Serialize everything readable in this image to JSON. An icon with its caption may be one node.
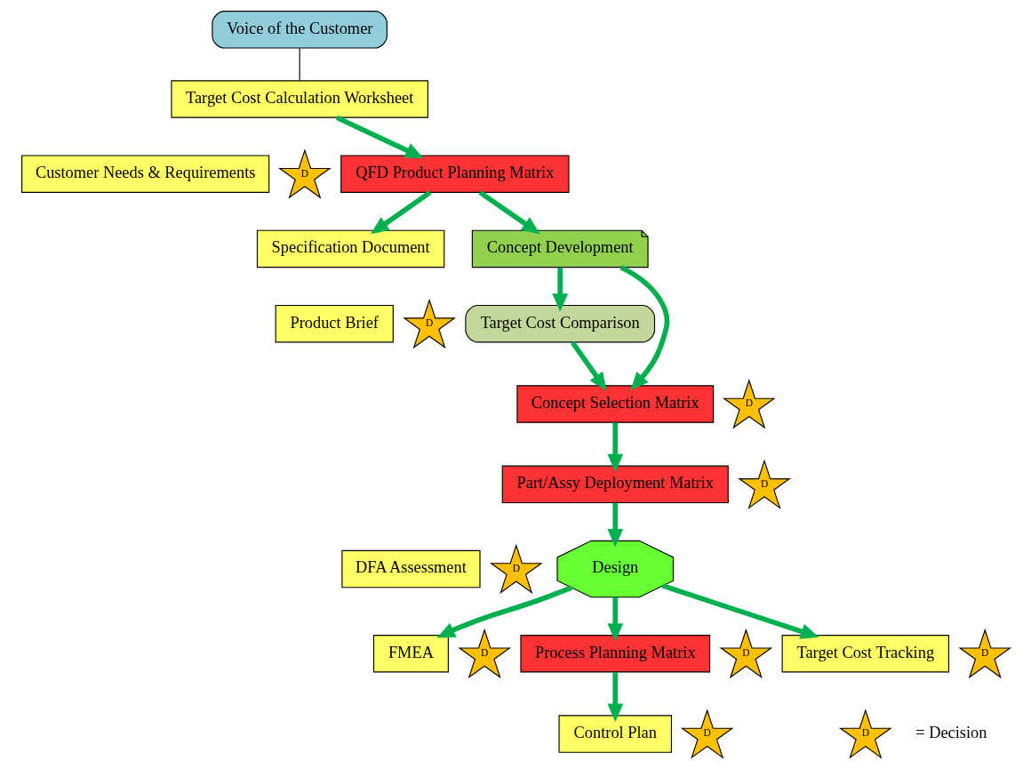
{
  "diagram": {
    "nodes": [
      {
        "text": [
          "Voice of the Customer"
        ]
      },
      {
        "text": [
          "Target Cost Calculation Worksheet"
        ]
      },
      {
        "text": [
          "Customer Needs & Requirements"
        ]
      },
      {
        "text": [
          "D"
        ]
      },
      {
        "text": [
          "QFD Product Planning Matrix"
        ]
      },
      {
        "text": [
          "Specification Document"
        ]
      },
      {
        "text": [
          "Product Brief"
        ]
      },
      {
        "text": [
          "D"
        ]
      },
      {
        "text": [
          "Concept Development"
        ]
      },
      {
        "text": [
          "Target Cost Comparison"
        ]
      },
      {
        "text": [
          "Concept Selection Matrix"
        ]
      },
      {
        "text": [
          "D"
        ]
      },
      {
        "text": [
          "Part/Assy Deployment Matrix"
        ]
      },
      {
        "text": [
          "D"
        ]
      },
      {
        "text": [
          "DFA Assessment"
        ]
      },
      {
        "text": [
          "D"
        ]
      },
      {
        "text": [
          "FMEA"
        ]
      },
      {
        "text": [
          "D"
        ]
      },
      {
        "text": [
          "Design"
        ]
      },
      {
        "text": [
          "Process Planning Matrix"
        ]
      },
      {
        "text": [
          "D"
        ]
      },
      {
        "text": [
          "Target Cost Tracking"
        ]
      },
      {
        "text": [
          "D"
        ]
      },
      {
        "text": [
          "Control Plan"
        ]
      },
      {
        "text": [
          "D"
        ]
      },
      {
        "text": [
          "D"
        ]
      }
    ],
    "edges": [
      {
        "from": 0,
        "to": 1,
        "arrow": "none",
        "color": "#000000"
      },
      {
        "from": 1,
        "to": 4,
        "arrow": "to"
      },
      {
        "from": 4,
        "to": 5,
        "arrow": "to"
      },
      {
        "from": 4,
        "to": 8,
        "arrow": "to"
      },
      {
        "from": 8,
        "to": 10,
        "arrow": "to"
      },
      {
        "from": 8,
        "to": 9,
        "arrow": "to"
      },
      {
        "from": 9,
        "to": 10,
        "arrow": "to"
      },
      {
        "from": 10,
        "to": 12,
        "arrow": "to"
      },
      {
        "from": 12,
        "to": 18,
        "arrow": "to"
      },
      {
        "from": 18,
        "to": 16,
        "arrow": "to"
      },
      {
        "from": 18,
        "to": 19,
        "arrow": "to"
      },
      {
        "from": 18,
        "to": 21,
        "arrow": "to"
      },
      {
        "from": 19,
        "to": 23,
        "arrow": "to"
      }
    ],
    "legend": [
      {
        "text": "= Decision"
      }
    ]
  }
}
